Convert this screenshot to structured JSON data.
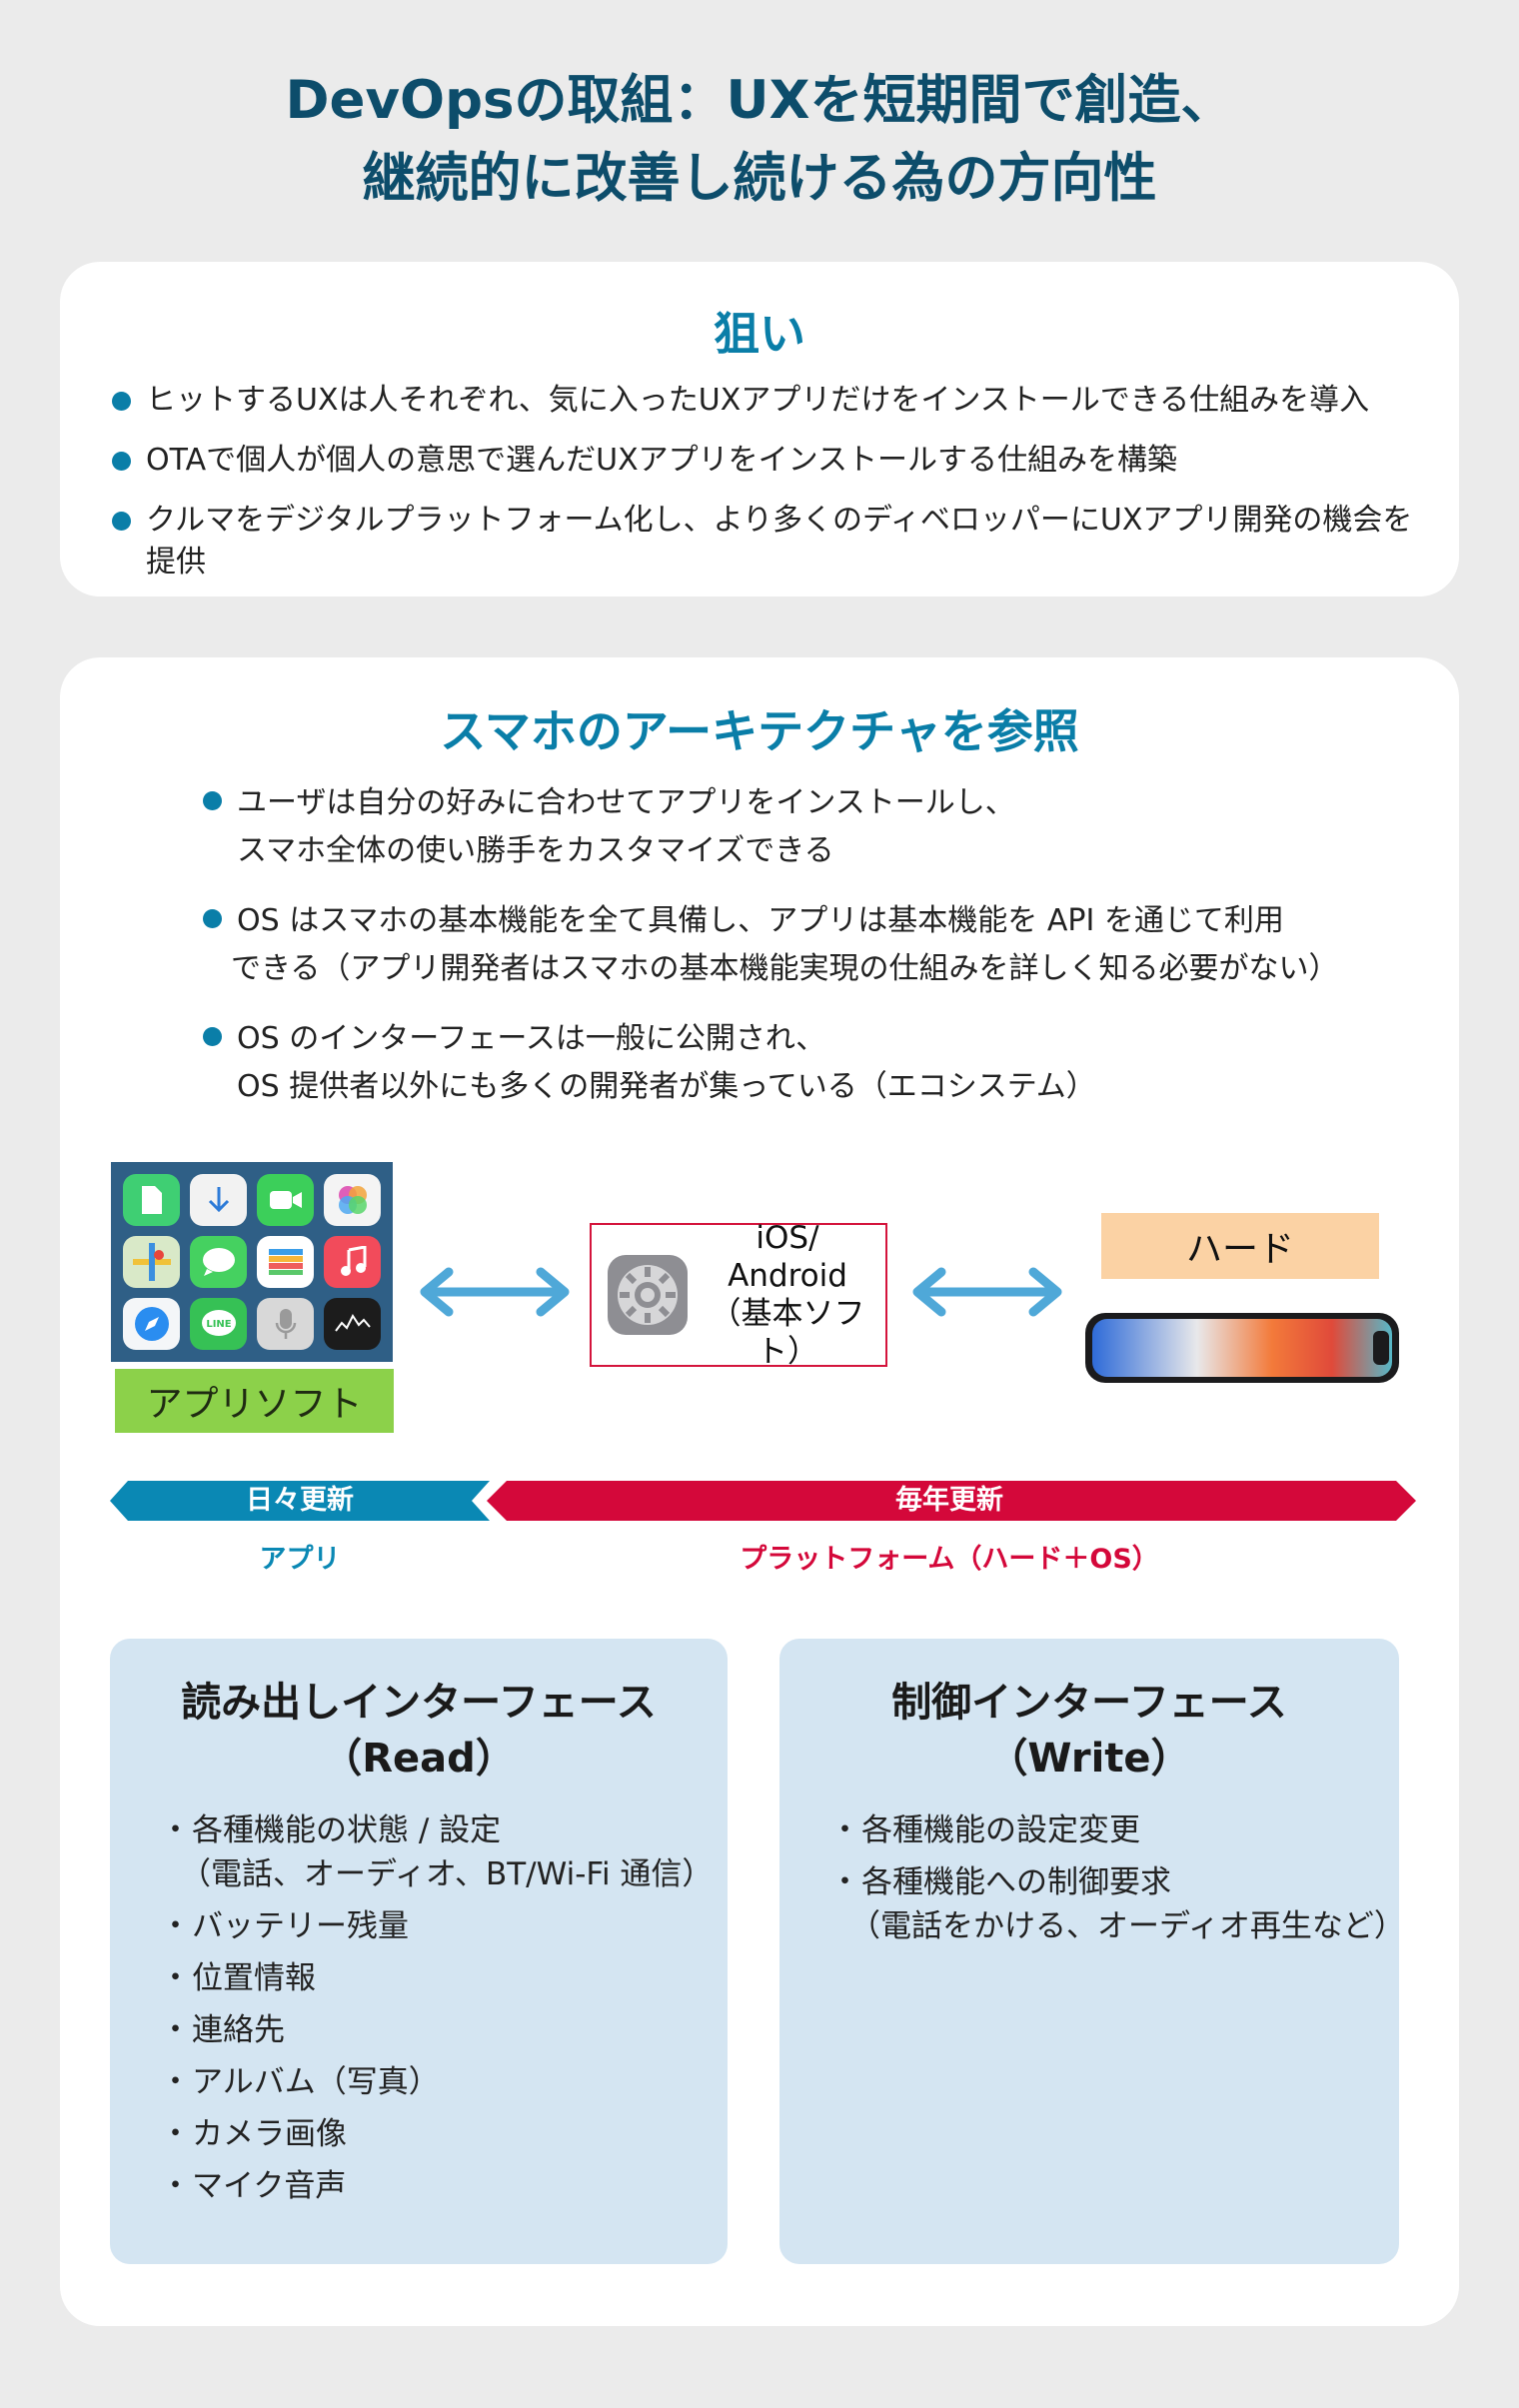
{
  "title": {
    "line1": "DevOpsの取組：UXを短期間で創造、",
    "line2": "継続的に改善し続ける為の方向性"
  },
  "aim": {
    "heading": "狙い",
    "bullets": [
      "ヒットするUXは人それぞれ、気に入ったUXアプリだけをインストールできる仕組みを導入",
      "OTAで個人が個人の意思で選んだUXアプリをインストールする仕組みを構築",
      "クルマをデジタルプラットフォーム化し、より多くのディベロッパーにUXアプリ開発の機会を提供"
    ]
  },
  "architecture": {
    "heading": "スマホのアーキテクチャを参照",
    "bullets": [
      {
        "line1": "ユーザは自分の好みに合わせてアプリをインストールし、",
        "line2": "スマホ全体の使い勝手をカスタマイズできる"
      },
      {
        "line1": "OS はスマホの基本機能を全て具備し、アプリは基本機能を API を通じて利用",
        "line2": "できる（アプリ開発者はスマホの基本機能実現の仕組みを詳しく知る必要がない）"
      },
      {
        "line1": "OS のインターフェースは一般に公開され、",
        "line2": "OS 提供者以外にも多くの開発者が集っている（エコシステム）"
      }
    ]
  },
  "diagram": {
    "app_label": "アプリソフト",
    "os_label": {
      "line1": "iOS/",
      "line2": "Android",
      "line3": "（基本ソフト）"
    },
    "hard_label": "ハード",
    "daily_bar": "日々更新",
    "yearly_bar": "毎年更新",
    "daily_sub": "アプリ",
    "yearly_sub": "プラットフォーム（ハード＋OS）",
    "colors": {
      "daily": "#0a88b4",
      "yearly": "#d4083a",
      "arrow": "#4fa8d8"
    }
  },
  "read_interface": {
    "title_line1": "読み出しインターフェース",
    "title_line2": "（Read）",
    "items": [
      {
        "line1": "各種機能の状態 / 設定",
        "line2": "（電話、オーディオ、BT/Wi-Fi 通信）"
      },
      {
        "line1": "バッテリー残量",
        "line2": ""
      },
      {
        "line1": "位置情報",
        "line2": ""
      },
      {
        "line1": "連絡先",
        "line2": ""
      },
      {
        "line1": "アルバム（写真）",
        "line2": ""
      },
      {
        "line1": "カメラ画像",
        "line2": ""
      },
      {
        "line1": "マイク音声",
        "line2": ""
      }
    ]
  },
  "write_interface": {
    "title_line1": "制御インターフェース",
    "title_line2": "（Write）",
    "items": [
      {
        "line1": "各種機能の設定変更",
        "line2": ""
      },
      {
        "line1": "各種機能への制御要求",
        "line2": "（電話をかける、オーディオ再生など）"
      }
    ]
  }
}
